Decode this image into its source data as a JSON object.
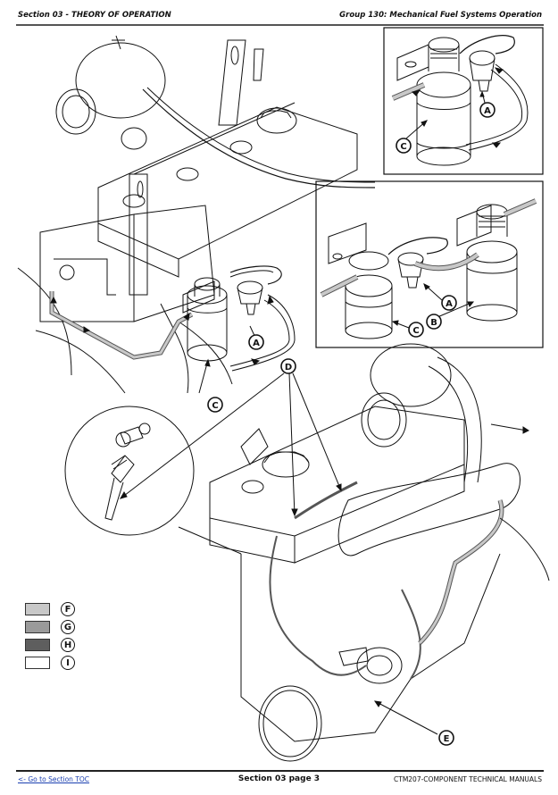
{
  "header": {
    "section": "Section 03 - THEORY OF OPERATION",
    "group": "Group 130: Mechanical Fuel Systems Operation"
  },
  "footer": {
    "toc_link": "<- Go to Section TOC",
    "page": "Section 03 page 3",
    "manual": "CTM207-COMPONENT TECHNICAL MANUALS"
  },
  "figure": {
    "callouts": {
      "a": "A",
      "b": "B",
      "c": "C",
      "d": "D",
      "e": "E"
    },
    "legend": [
      {
        "letter": "F",
        "color": "#c8c8c8"
      },
      {
        "letter": "G",
        "color": "#9a9a9a"
      },
      {
        "letter": "H",
        "color": "#5e5e5e"
      },
      {
        "letter": "I",
        "color": "#ffffff"
      }
    ]
  }
}
